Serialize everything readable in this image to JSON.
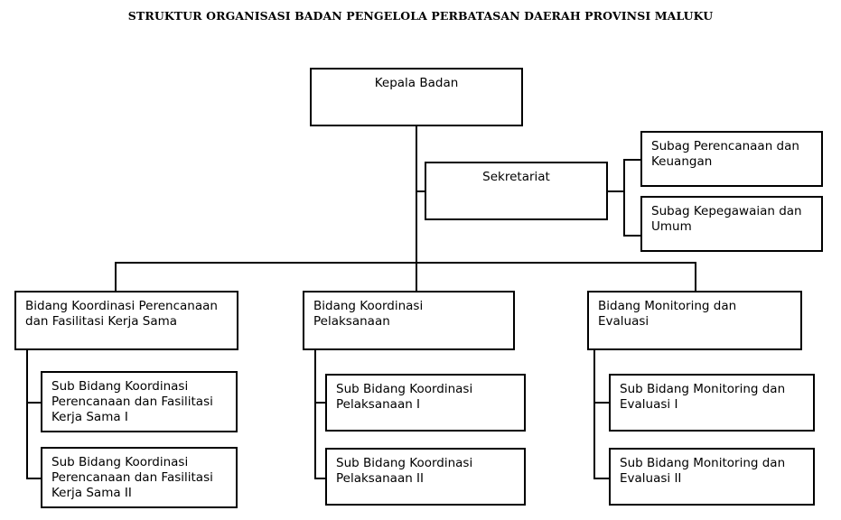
{
  "title": "STRUKTUR ORGANISASI BADAN PENGELOLA PERBATASAN DAERAH PROVINSI MALUKU",
  "chart_data": {
    "type": "diagram",
    "subtype": "organizational-chart",
    "title": "STRUKTUR ORGANISASI BADAN PENGELOLA PERBATASAN DAERAH PROVINSI MALUKU",
    "orientation": "top-down",
    "node_count": 12,
    "levels": 4
  },
  "nodes": {
    "kepala_badan": "Kepala Badan",
    "sekretariat": "Sekretariat",
    "subag_perencanaan": "Subag Perencanaan dan\nKeuangan",
    "subag_kepegawaian": "Subag Kepegawaian dan\nUmum",
    "bidang_1": "Bidang Koordinasi Perencanaan\ndan Fasilitasi Kerja Sama",
    "bidang_2": "Bidang Koordinasi\nPelaksanaan",
    "bidang_3": "Bidang Monitoring dan\nEvaluasi",
    "sub_1_1": "Sub Bidang Koordinasi\nPerencanaan dan Fasilitasi\nKerja Sama I",
    "sub_1_2": "Sub Bidang Koordinasi\nPerencanaan dan Fasilitasi\nKerja Sama II",
    "sub_2_1": "Sub Bidang Koordinasi\nPelaksanaan I",
    "sub_2_2": "Sub Bidang Koordinasi\nPelaksanaan II",
    "sub_3_1": "Sub Bidang Monitoring dan\nEvaluasi I",
    "sub_3_2": "Sub Bidang Monitoring dan\nEvaluasi II"
  },
  "colors": {
    "border": "#000000",
    "text": "#000000",
    "background": "#ffffff"
  }
}
